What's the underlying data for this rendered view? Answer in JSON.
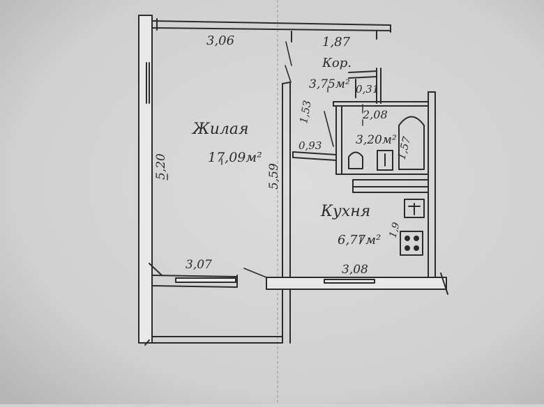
{
  "plan": {
    "rooms": {
      "living": {
        "name": "Жилая",
        "area": "17,09м²"
      },
      "corridor": {
        "name": "Кор.",
        "area": "3,75м²"
      },
      "bathroom": {
        "area": "3,20м²"
      },
      "kitchen": {
        "name": "Кухня",
        "area": "6,77м²"
      }
    },
    "dimensions": {
      "top_left": "3,06",
      "top_right": "1,87",
      "left_wall": "5,20",
      "inner_wall": "5,59",
      "corridor_width": "1,53",
      "bath_width": "2,08",
      "bath_depth": "1,57",
      "closet": "0,31",
      "door_gap": "0,93",
      "balcony": "3,07",
      "kitchen_wall": "3,08",
      "kitchen_depth": "1,9"
    },
    "colors": {
      "paper": "#d2d2d2",
      "ink": "#2b2b2b",
      "wall_fill": "#e8e8e8"
    }
  }
}
